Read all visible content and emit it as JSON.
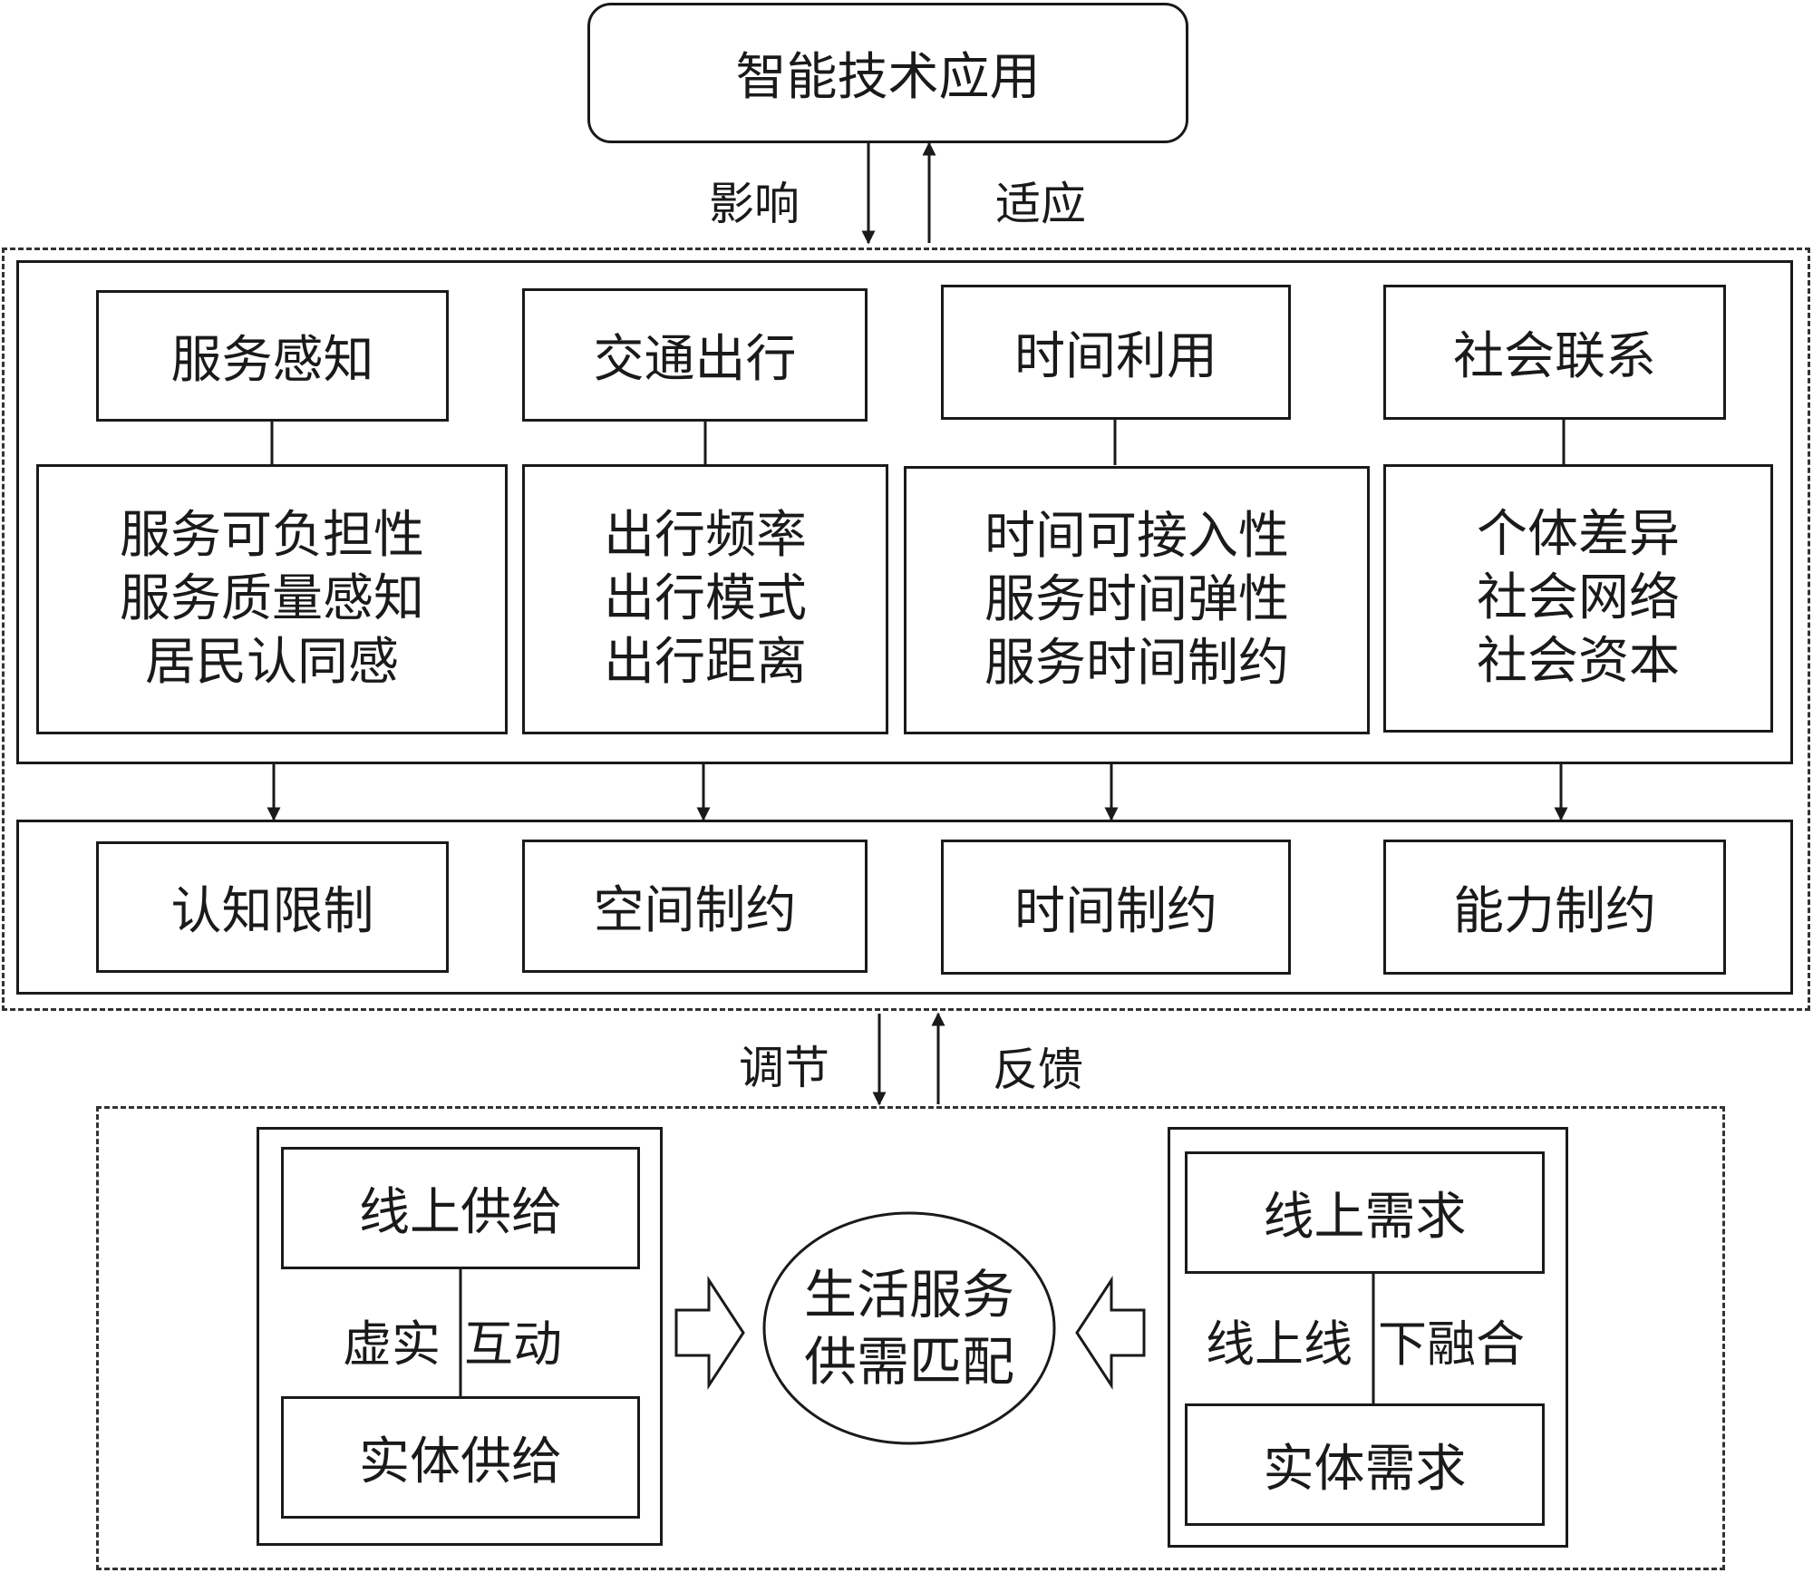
{
  "top": {
    "title": "智能技术应用"
  },
  "top_arrows": {
    "down_label": "影响",
    "up_label": "适应"
  },
  "dimensions": [
    {
      "title": "服务感知",
      "items": [
        "服务可负担性",
        "服务质量感知",
        "居民认同感"
      ]
    },
    {
      "title": "交通出行",
      "items": [
        "出行频率",
        "出行模式",
        "出行距离"
      ]
    },
    {
      "title": "时间利用",
      "items": [
        "时间可接入性",
        "服务时间弹性",
        "服务时间制约"
      ]
    },
    {
      "title": "社会联系",
      "items": [
        "个体差异",
        "社会网络",
        "社会资本"
      ]
    }
  ],
  "constraints": [
    "认知限制",
    "空间制约",
    "时间制约",
    "能力制约"
  ],
  "middle_arrows": {
    "down_label": "调节",
    "up_label": "反馈"
  },
  "supply": {
    "online": "线上供给",
    "physical": "实体供给",
    "link_left": "虚实",
    "link_right": "互动"
  },
  "demand": {
    "online": "线上需求",
    "physical": "实体需求",
    "link_left": "线上线",
    "link_right": "下融合"
  },
  "center": {
    "line1": "生活服务",
    "line2": "供需匹配"
  }
}
